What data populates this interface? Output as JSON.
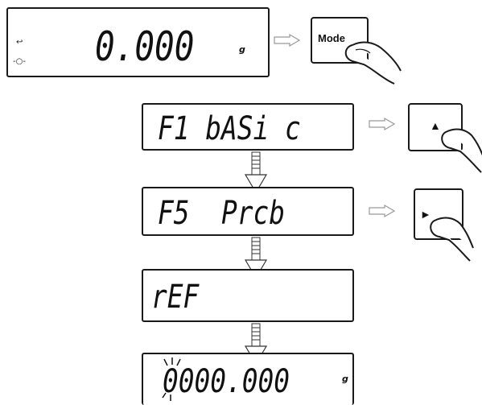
{
  "steps": [
    {
      "display": "0.000",
      "unit": "g",
      "indicators": [
        "↩",
        "-○-"
      ]
    },
    {
      "display": "F1 bASi c"
    },
    {
      "display": "F5  Prcb"
    },
    {
      "display": "rEF"
    },
    {
      "display": "0000.000",
      "unit": "g"
    }
  ],
  "keys": {
    "mode_label": "Mode",
    "up_label": "▲",
    "right_label": "►"
  }
}
